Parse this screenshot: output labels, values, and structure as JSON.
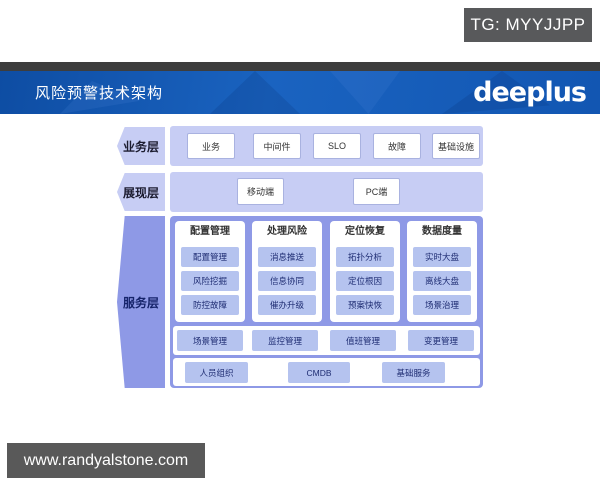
{
  "colors": {
    "header_blue": "#1459b3",
    "dark_strip": "#3d3d3d",
    "badge_gray": "#58595b",
    "footer_gray": "#595959",
    "layer_light": "#c7cdf4",
    "layer_medium": "#8e99e6",
    "item_blue": "#b5c3ef",
    "item_text": "#1f2d73"
  },
  "top_badge": {
    "text": "TG: MYYJJPP"
  },
  "header": {
    "title": "风险预警技术架构",
    "logo": "deeplus"
  },
  "layers": {
    "business": {
      "label": "业务层",
      "boxes": [
        "业务",
        "中间件",
        "SLO",
        "故障",
        "基础设施"
      ]
    },
    "presentation": {
      "label": "展现层",
      "boxes": [
        "移动端",
        "PC端"
      ]
    },
    "service": {
      "label": "服务层",
      "columns": [
        {
          "header": "配置管理",
          "items": [
            "配置管理",
            "风险挖掘",
            "防控故障"
          ]
        },
        {
          "header": "处理风险",
          "items": [
            "消息推送",
            "信息协同",
            "催办升级"
          ]
        },
        {
          "header": "定位恢复",
          "items": [
            "拓扑分析",
            "定位根因",
            "预案快恢"
          ]
        },
        {
          "header": "数据度量",
          "items": [
            "实时大盘",
            "离线大盘",
            "场景治理"
          ]
        }
      ],
      "row1": [
        "场景管理",
        "监控管理",
        "值班管理",
        "变更管理"
      ],
      "row2": [
        "人员组织",
        "CMDB",
        "基础服务"
      ]
    }
  },
  "footer_badge": {
    "text": "www.randyalstone.com"
  }
}
